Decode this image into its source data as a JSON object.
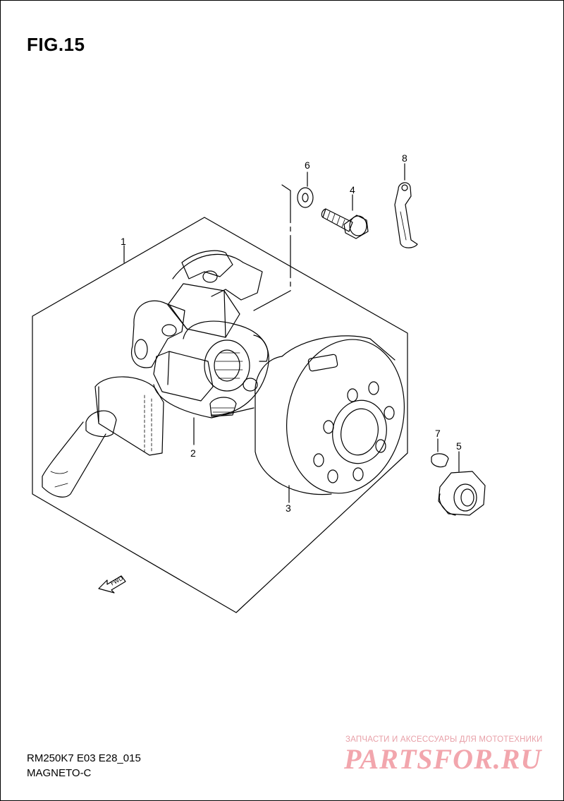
{
  "figure": {
    "title": "FIG.15"
  },
  "callouts": [
    {
      "id": "1",
      "label": "1"
    },
    {
      "id": "2",
      "label": "2"
    },
    {
      "id": "3",
      "label": "3"
    },
    {
      "id": "4",
      "label": "4"
    },
    {
      "id": "5",
      "label": "5"
    },
    {
      "id": "6",
      "label": "6"
    },
    {
      "id": "7",
      "label": "7"
    },
    {
      "id": "8",
      "label": "8"
    }
  ],
  "arrow": {
    "label": "FWD"
  },
  "footer": {
    "model_code": "RM250K7 E03 E28_015",
    "section_name": "MAGNETO-C"
  },
  "watermark": {
    "tagline": "ЗАПЧАСТИ И АКСЕССУАРЫ ДЛЯ МОТОТЕХНИКИ",
    "brand": "PARTSFOR.RU"
  }
}
